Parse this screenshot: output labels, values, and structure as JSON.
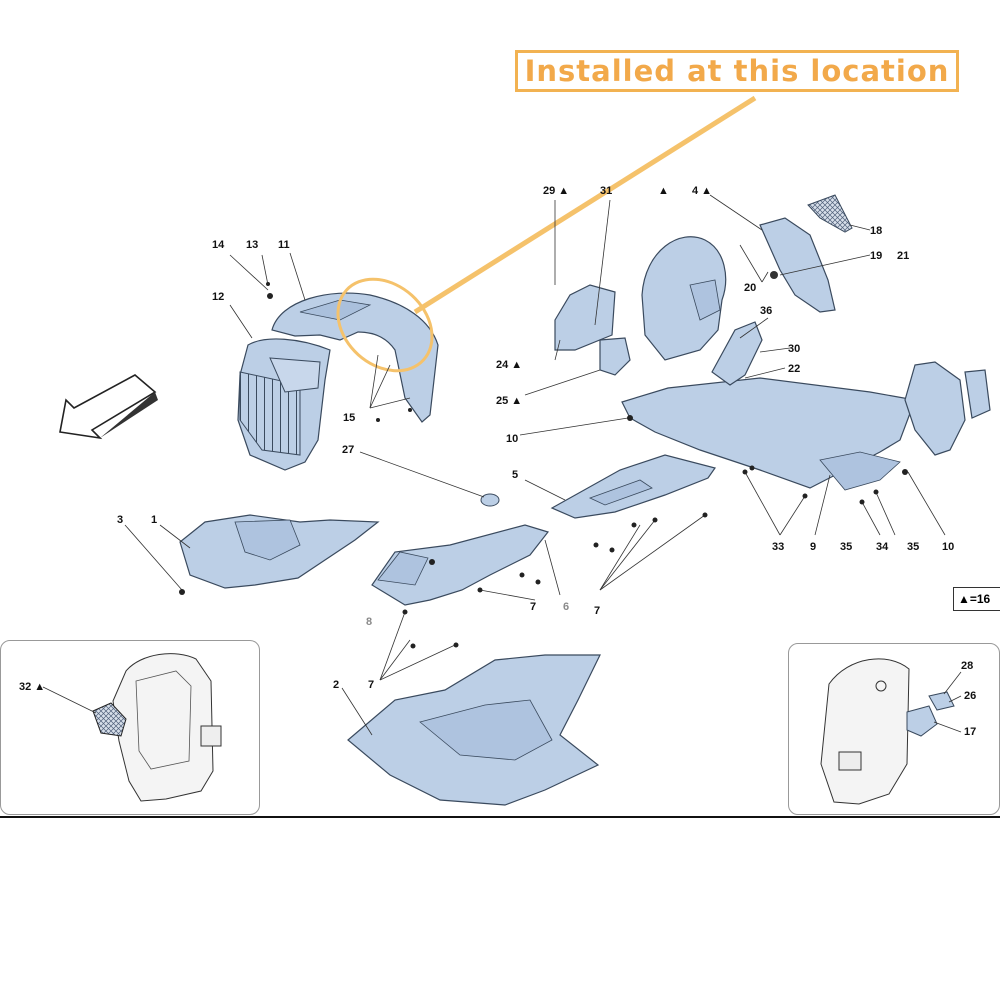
{
  "callout": {
    "text": "Installed at this location"
  },
  "legend": {
    "text": "▲=16"
  },
  "colors": {
    "part_fill": "#bccfe6",
    "part_stroke": "#3a4a5e",
    "callout": "#f2b251",
    "highlight": "#f5c26b"
  },
  "labels": {
    "l1": "1",
    "l2": "2",
    "l3": "3",
    "l4": "4 ▲",
    "l5": "5",
    "l6": "6",
    "l7a": "7",
    "l7b": "7",
    "l7c": "7",
    "l8": "8",
    "l9": "9",
    "l10a": "10",
    "l10b": "10",
    "l11": "11",
    "l12": "12",
    "l13": "13",
    "l14": "14",
    "l15": "15",
    "l17": "17",
    "l18": "18",
    "l19": "19",
    "l20": "20",
    "l21": "21",
    "l22": "22",
    "l24": "24 ▲",
    "l25": "25 ▲",
    "l26": "26",
    "l27": "27",
    "l28": "28",
    "l29": "29 ▲",
    "l31": "31",
    "l32": "32 ▲",
    "l33": "33",
    "l34": "34",
    "l35a": "35",
    "l35b": "35",
    "l36": "36",
    "ltri": "▲",
    "l30": "30"
  }
}
